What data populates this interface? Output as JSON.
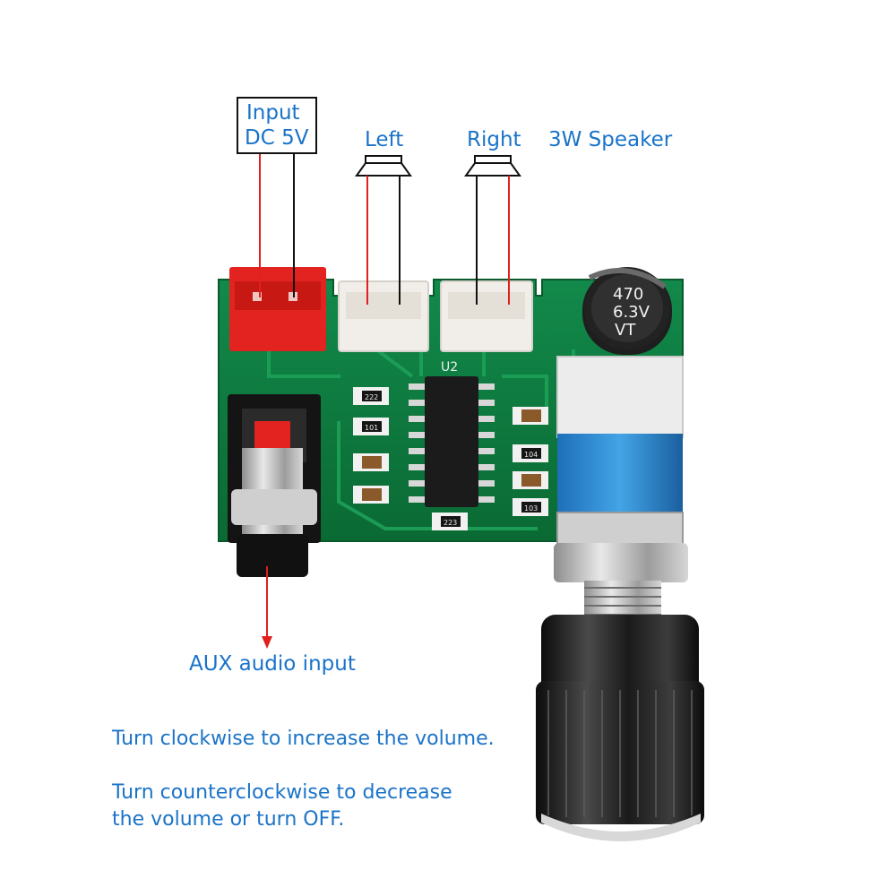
{
  "labels": {
    "input_line1": "Input",
    "input_line2": "DC 5V",
    "left": "Left",
    "right": "Right",
    "speaker": "3W Speaker",
    "aux": "AUX audio input"
  },
  "notes": {
    "clockwise": "Turn clockwise to increase the volume.",
    "counter_line1": "Turn counterclockwise to decrease",
    "counter_line2": "the volume or turn OFF."
  },
  "board": {
    "chip_label": "U2",
    "capacitor_text": [
      "470",
      "6.3V",
      "VT"
    ],
    "smd_codes": [
      "222",
      "101",
      "223",
      "104",
      "103"
    ]
  },
  "colors": {
    "label_blue": "#1a73c8",
    "wire_red": "#e0201e",
    "pcb_green": "#0f7a3a",
    "connector_red": "#e3231f"
  }
}
